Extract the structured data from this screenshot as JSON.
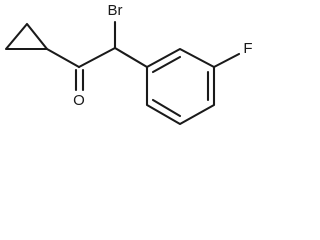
{
  "structure": {
    "atoms": {
      "bromine": "Br",
      "oxygen": "O",
      "fluorine": "F"
    },
    "colors": {
      "ink": "#1a1a1a",
      "background": "#ffffff"
    }
  }
}
